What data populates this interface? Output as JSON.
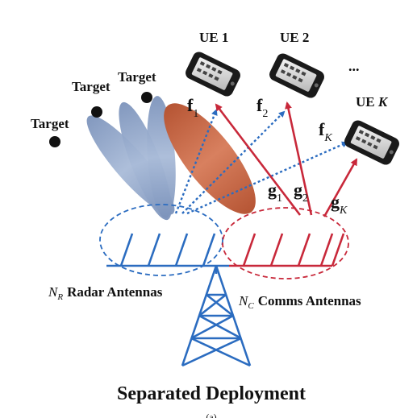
{
  "labels": {
    "targets": [
      "Target",
      "Target",
      "Target"
    ],
    "ues": [
      {
        "name": "UE",
        "index": "1"
      },
      {
        "name": "UE",
        "index": "2"
      },
      {
        "name": "UE",
        "index": "K"
      }
    ],
    "ellipsis": "...",
    "precoders": [
      {
        "symbol": "f",
        "sub": "1"
      },
      {
        "symbol": "f",
        "sub": "2"
      },
      {
        "symbol": "f",
        "sub": "K"
      }
    ],
    "channels": [
      {
        "symbol": "g",
        "sub": "1"
      },
      {
        "symbol": "g",
        "sub": "2"
      },
      {
        "symbol": "g",
        "sub": "K"
      }
    ],
    "radar_antennas": {
      "symbol": "N",
      "sub": "R",
      "text": "Radar Antennas"
    },
    "comms_antennas": {
      "symbol": "N",
      "sub": "C",
      "text": "Comms Antennas"
    },
    "caption": "Separated Deployment",
    "sub_caption": "(a)"
  },
  "colors": {
    "radar": "#2b6cc0",
    "comms": "#c8283a",
    "beam_blue": "#8ea4c8",
    "beam_red": "#c4674a",
    "phone": "#1a1a1a"
  }
}
